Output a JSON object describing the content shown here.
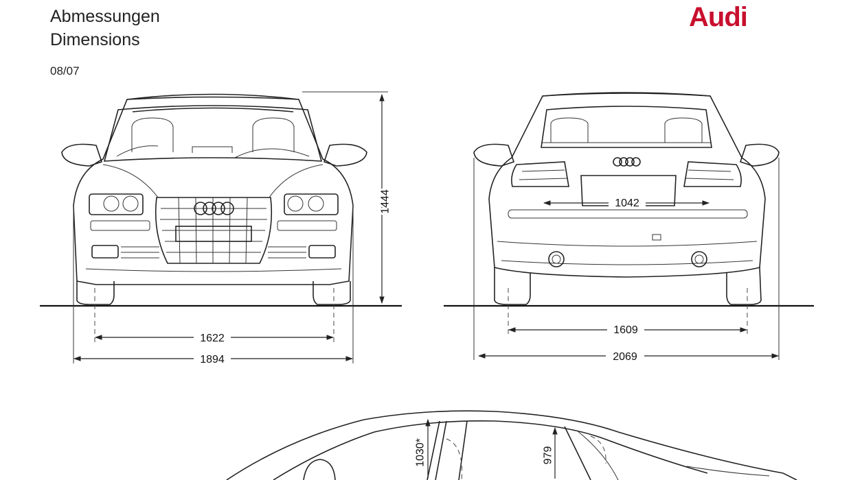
{
  "header": {
    "title": "Abmessungen",
    "subtitle": "Dimensions",
    "date": "08/07"
  },
  "brand": {
    "logo_text": "Audi",
    "color": "#c8102e"
  },
  "front_view": {
    "height": "1444",
    "track": "1622",
    "width": "1894"
  },
  "rear_view": {
    "plate_width": "1042",
    "track": "1609",
    "width_mirrors": "2069"
  },
  "side_view": {
    "headroom_front": "1030*",
    "headroom_rear": "979"
  }
}
